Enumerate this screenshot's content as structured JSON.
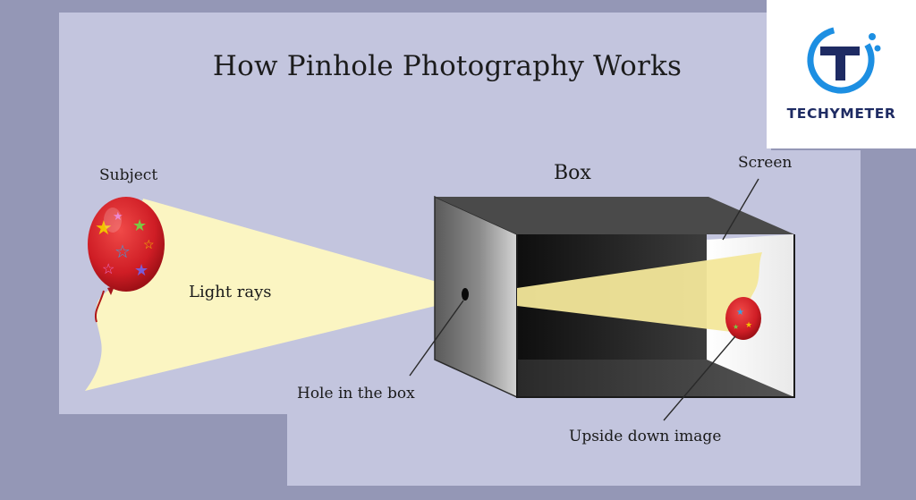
{
  "title": "How Pinhole Photography Works",
  "labels": {
    "subject": "Subject",
    "light_rays": "Light rays",
    "box": "Box",
    "screen": "Screen",
    "hole": "Hole in the box",
    "upside_down": "Upside down image"
  },
  "logo": {
    "text": "TECHYMETER",
    "colors": {
      "ring": "#1d8fe2",
      "letter": "#1e2b63"
    }
  },
  "colors": {
    "background": "#9497b6",
    "panel": "#c3c5de",
    "light_beam": "#fbf5c2",
    "box_dark": "#1f1f1f",
    "balloon": "#d42028",
    "screen": "#ffffff"
  }
}
